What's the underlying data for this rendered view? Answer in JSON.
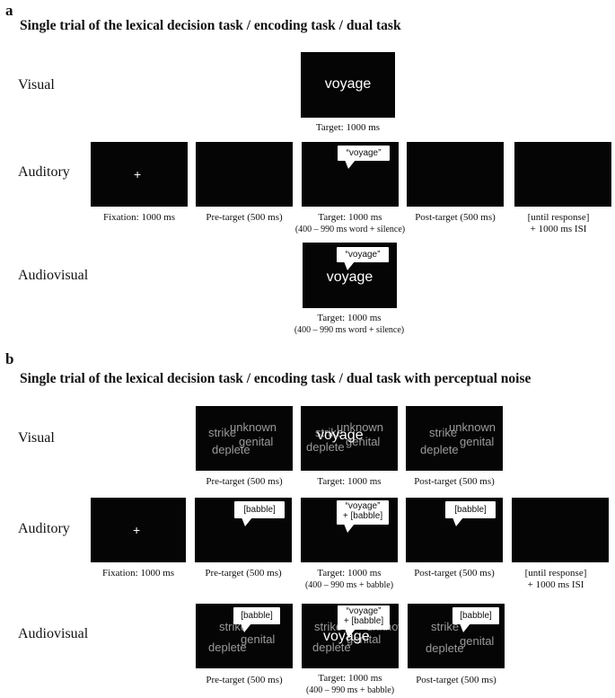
{
  "panel_a": {
    "letter": "a",
    "title": "Single trial of the lexical decision task / encoding task / dual task",
    "rows": {
      "visual": "Visual",
      "auditory": "Auditory",
      "audiovisual": "Audiovisual"
    },
    "visual_target": {
      "word": "voyage",
      "caption": "Target: 1000 ms"
    },
    "auditory": {
      "fixation_symbol": "+",
      "fixation_caption": "Fixation: 1000 ms",
      "pretarget_caption": "Pre-target (500 ms)",
      "target_bubble": "“voyage”",
      "target_caption_1": "Target: 1000 ms",
      "target_caption_2": "(400 – 990 ms word + silence)",
      "posttarget_caption": "Post-target (500 ms)",
      "response_caption_1": "[until response]",
      "response_caption_2": "+ 1000 ms ISI"
    },
    "audiovisual_target": {
      "bubble": "“voyage”",
      "word": "voyage",
      "caption_1": "Target: 1000 ms",
      "caption_2": "(400 – 990 ms word + silence)"
    }
  },
  "panel_b": {
    "letter": "b",
    "title": "Single trial of the lexical decision task / encoding task / dual task with perceptual noise",
    "rows": {
      "visual": "Visual",
      "auditory": "Auditory",
      "audiovisual": "Audiovisual"
    },
    "noise_words": {
      "w1": "unknown",
      "w2": "strike",
      "w3": "genital",
      "w4": "deplete"
    },
    "visual": {
      "pretarget_caption": "Pre-target (500 ms)",
      "target_word": "voyage",
      "target_caption": "Target: 1000 ms",
      "posttarget_caption": "Post-target (500 ms)"
    },
    "auditory": {
      "fixation_symbol": "+",
      "fixation_caption": "Fixation: 1000 ms",
      "pretarget_bubble": "[babble]",
      "pretarget_caption": "Pre-target (500 ms)",
      "target_bubble_1": "“voyage”",
      "target_bubble_2": "+ [babble]",
      "target_caption_1": "Target: 1000 ms",
      "target_caption_2": "(400 – 990 ms + babble)",
      "posttarget_bubble": "[babble]",
      "posttarget_caption": "Post-target (500 ms)",
      "response_caption_1": "[until response]",
      "response_caption_2": "+ 1000 ms ISI"
    },
    "audiovisual": {
      "pretarget_bubble": "[babble]",
      "pretarget_caption": "Pre-target (500 ms)",
      "target_bubble_1": "“voyage”",
      "target_bubble_2": "+ [babble]",
      "target_word": "voyage",
      "target_caption_1": "Target: 1000 ms",
      "target_caption_2": "(400 – 990 ms + babble)",
      "posttarget_bubble": "[babble]",
      "posttarget_caption": "Post-target (500 ms)"
    }
  }
}
